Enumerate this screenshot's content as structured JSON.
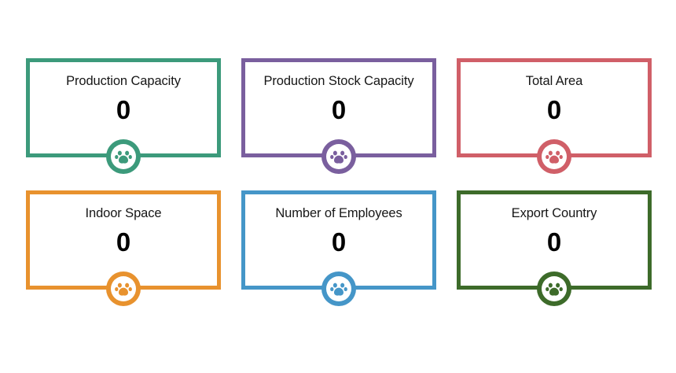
{
  "page": {
    "background_color": "#ffffff",
    "layout": "kpi-card-grid",
    "columns": 3,
    "rows": 2
  },
  "cards": [
    {
      "title": "Production Capacity",
      "value": "0",
      "color": "#3c9a7b",
      "icon": "paw-badge-icon"
    },
    {
      "title": "Production Stock Capacity",
      "value": "0",
      "color": "#7a5f9e",
      "icon": "paw-badge-icon"
    },
    {
      "title": "Total Area",
      "value": "0",
      "color": "#d05f68",
      "icon": "paw-badge-icon"
    },
    {
      "title": "Indoor Space",
      "value": "0",
      "color": "#e8922e",
      "icon": "paw-badge-icon"
    },
    {
      "title": "Number of Employees",
      "value": "0",
      "color": "#4596c8",
      "icon": "paw-badge-icon"
    },
    {
      "title": "Export Country",
      "value": "0",
      "color": "#3d6b2a",
      "icon": "paw-badge-icon"
    }
  ]
}
